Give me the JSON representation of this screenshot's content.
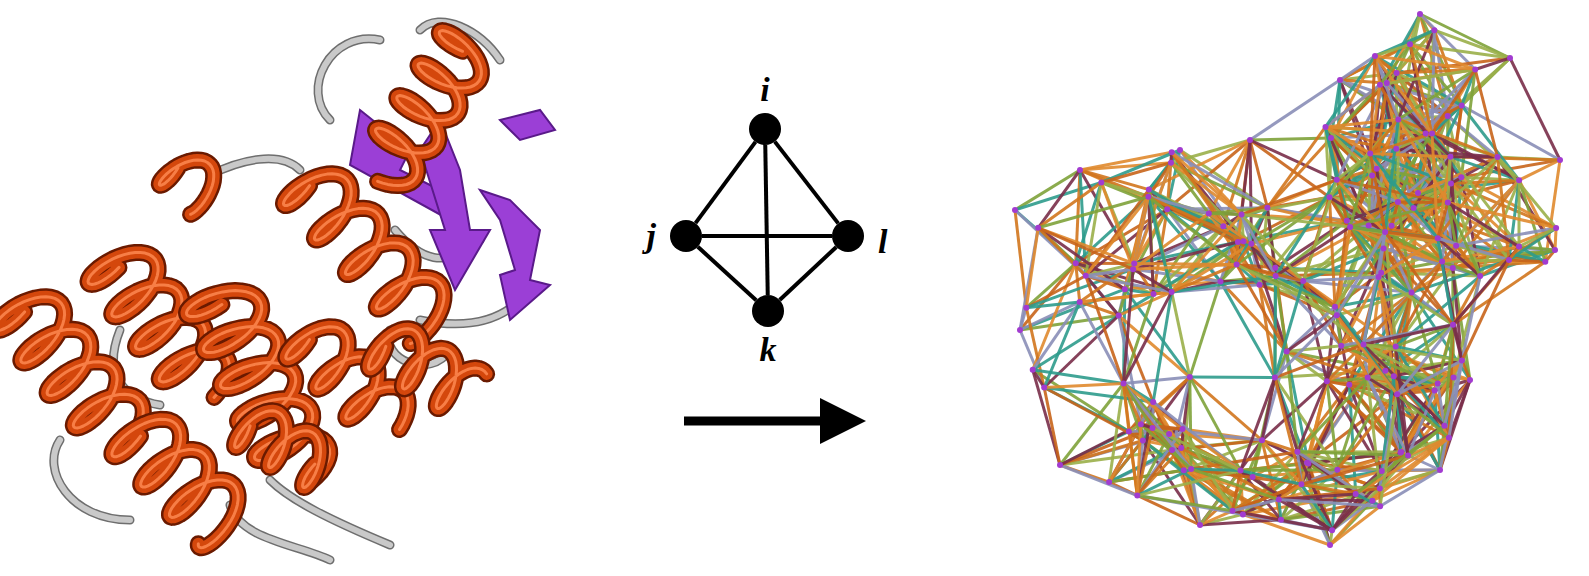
{
  "diagram": {
    "nodes": [
      {
        "text": [
          "i"
        ]
      },
      {
        "text": [
          "j"
        ]
      },
      {
        "text": [
          "l"
        ]
      },
      {
        "text": [
          "k"
        ]
      }
    ],
    "edges": [
      {
        "from": 0,
        "to": 1,
        "arrow": "none"
      },
      {
        "from": 0,
        "to": 2,
        "arrow": "none"
      },
      {
        "from": 0,
        "to": 3,
        "arrow": "none"
      },
      {
        "from": 1,
        "to": 2,
        "arrow": "none"
      },
      {
        "from": 1,
        "to": 3,
        "arrow": "none"
      },
      {
        "from": 2,
        "to": 3,
        "arrow": "none"
      }
    ]
  }
}
